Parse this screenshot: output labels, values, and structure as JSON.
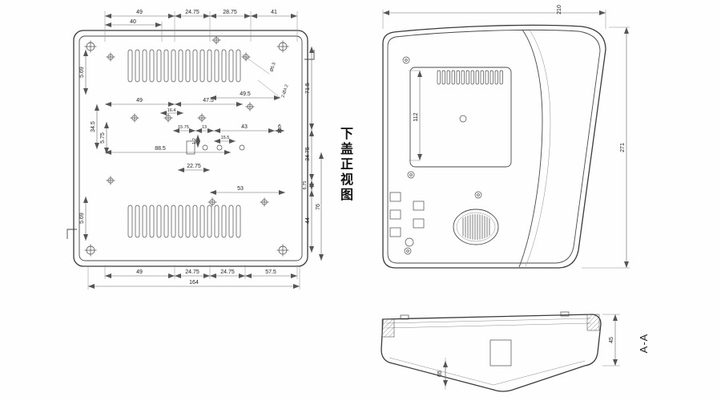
{
  "drawing": {
    "left_view": {
      "title": "下盖正视图",
      "top_dims": [
        "49",
        "24.75",
        "28.75",
        "41"
      ],
      "top_dim2": "40",
      "bottom_dims": [
        "49",
        "24.75",
        "24.75",
        "57.5"
      ],
      "bottom_total": "164",
      "left_dims": [
        "5.69",
        "34.5",
        "5.75",
        "5.69"
      ],
      "right_dims": [
        "71.5",
        "34.75",
        "6.75",
        "44",
        "76"
      ],
      "inner_row1": [
        "49",
        "47.5",
        "49.5"
      ],
      "inner_small": "16.4",
      "inner_row2": [
        "15.75",
        "13",
        "43",
        "6"
      ],
      "inner_width": "88.5",
      "inner_155": "15.5",
      "inner_12": "1.2",
      "inner_2275": "22.75",
      "inner_53": "53",
      "note1": "Ø5.5",
      "note2": "2-Ø4.2"
    },
    "front_view": {
      "width": "210",
      "height": "271",
      "panel_height": "112"
    },
    "section_view": {
      "label": "A-A",
      "depth": "45",
      "inner_dim": "65"
    }
  }
}
